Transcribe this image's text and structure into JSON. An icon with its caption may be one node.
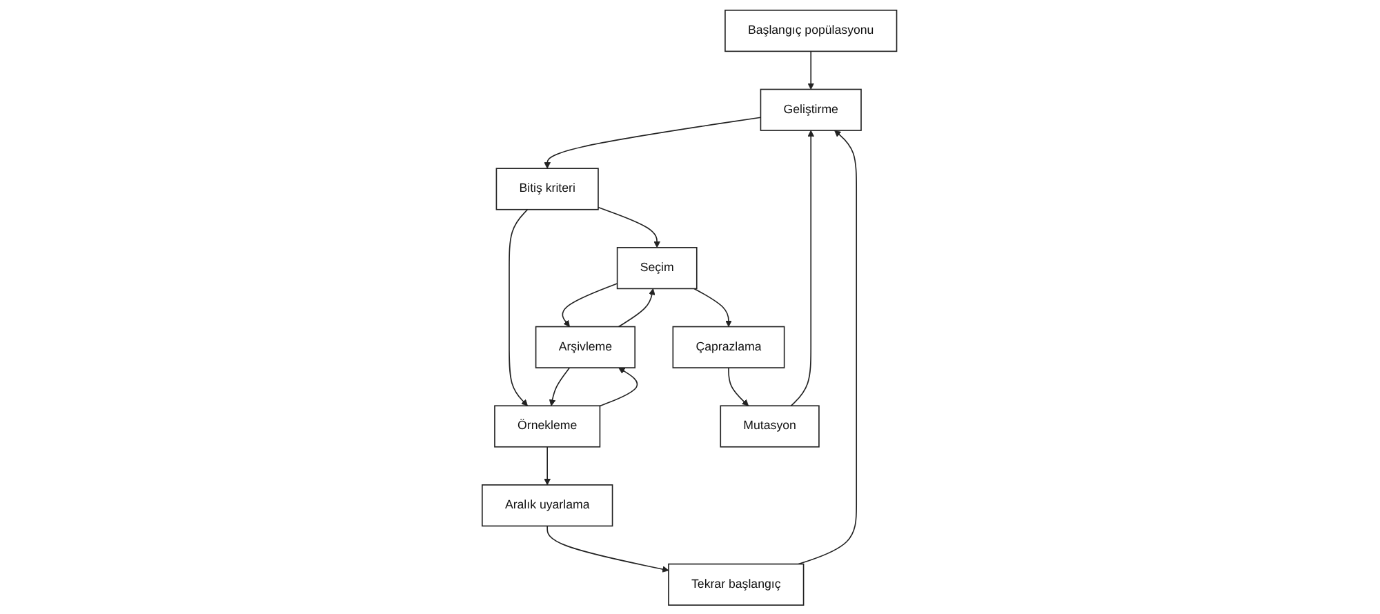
{
  "diagram": {
    "nodes": [
      {
        "text": [
          "Başlangıç popülasyonu"
        ]
      },
      {
        "text": [
          "Geliştirme"
        ]
      },
      {
        "text": [
          "Bitiş kriteri"
        ]
      },
      {
        "text": [
          "Seçim"
        ]
      },
      {
        "text": [
          "Arşivleme"
        ]
      },
      {
        "text": [
          "Örnekleme"
        ]
      },
      {
        "text": [
          "Çaprazlama"
        ]
      },
      {
        "text": [
          "Aralık uyarlama"
        ]
      },
      {
        "text": [
          "Mutasyon"
        ]
      },
      {
        "text": [
          "Tekrar başlangıç"
        ]
      }
    ],
    "edges": [
      {
        "from": 0,
        "to": 1,
        "arrow": "to"
      },
      {
        "from": 1,
        "to": 2,
        "arrow": "to"
      },
      {
        "from": 2,
        "to": 3,
        "arrow": "to"
      },
      {
        "from": 2,
        "to": 5,
        "arrow": "to"
      },
      {
        "from": 3,
        "to": 4,
        "arrow": "to"
      },
      {
        "from": 4,
        "to": 3,
        "arrow": "to"
      },
      {
        "from": 4,
        "to": 5,
        "arrow": "to"
      },
      {
        "from": 5,
        "to": 4,
        "arrow": "to"
      },
      {
        "from": 3,
        "to": 6,
        "arrow": "to"
      },
      {
        "from": 6,
        "to": 8,
        "arrow": "to"
      },
      {
        "from": 8,
        "to": 1,
        "arrow": "to"
      },
      {
        "from": 5,
        "to": 7,
        "arrow": "to"
      },
      {
        "from": 7,
        "to": 9,
        "arrow": "to"
      },
      {
        "from": 9,
        "to": 1,
        "arrow": "to"
      }
    ]
  }
}
